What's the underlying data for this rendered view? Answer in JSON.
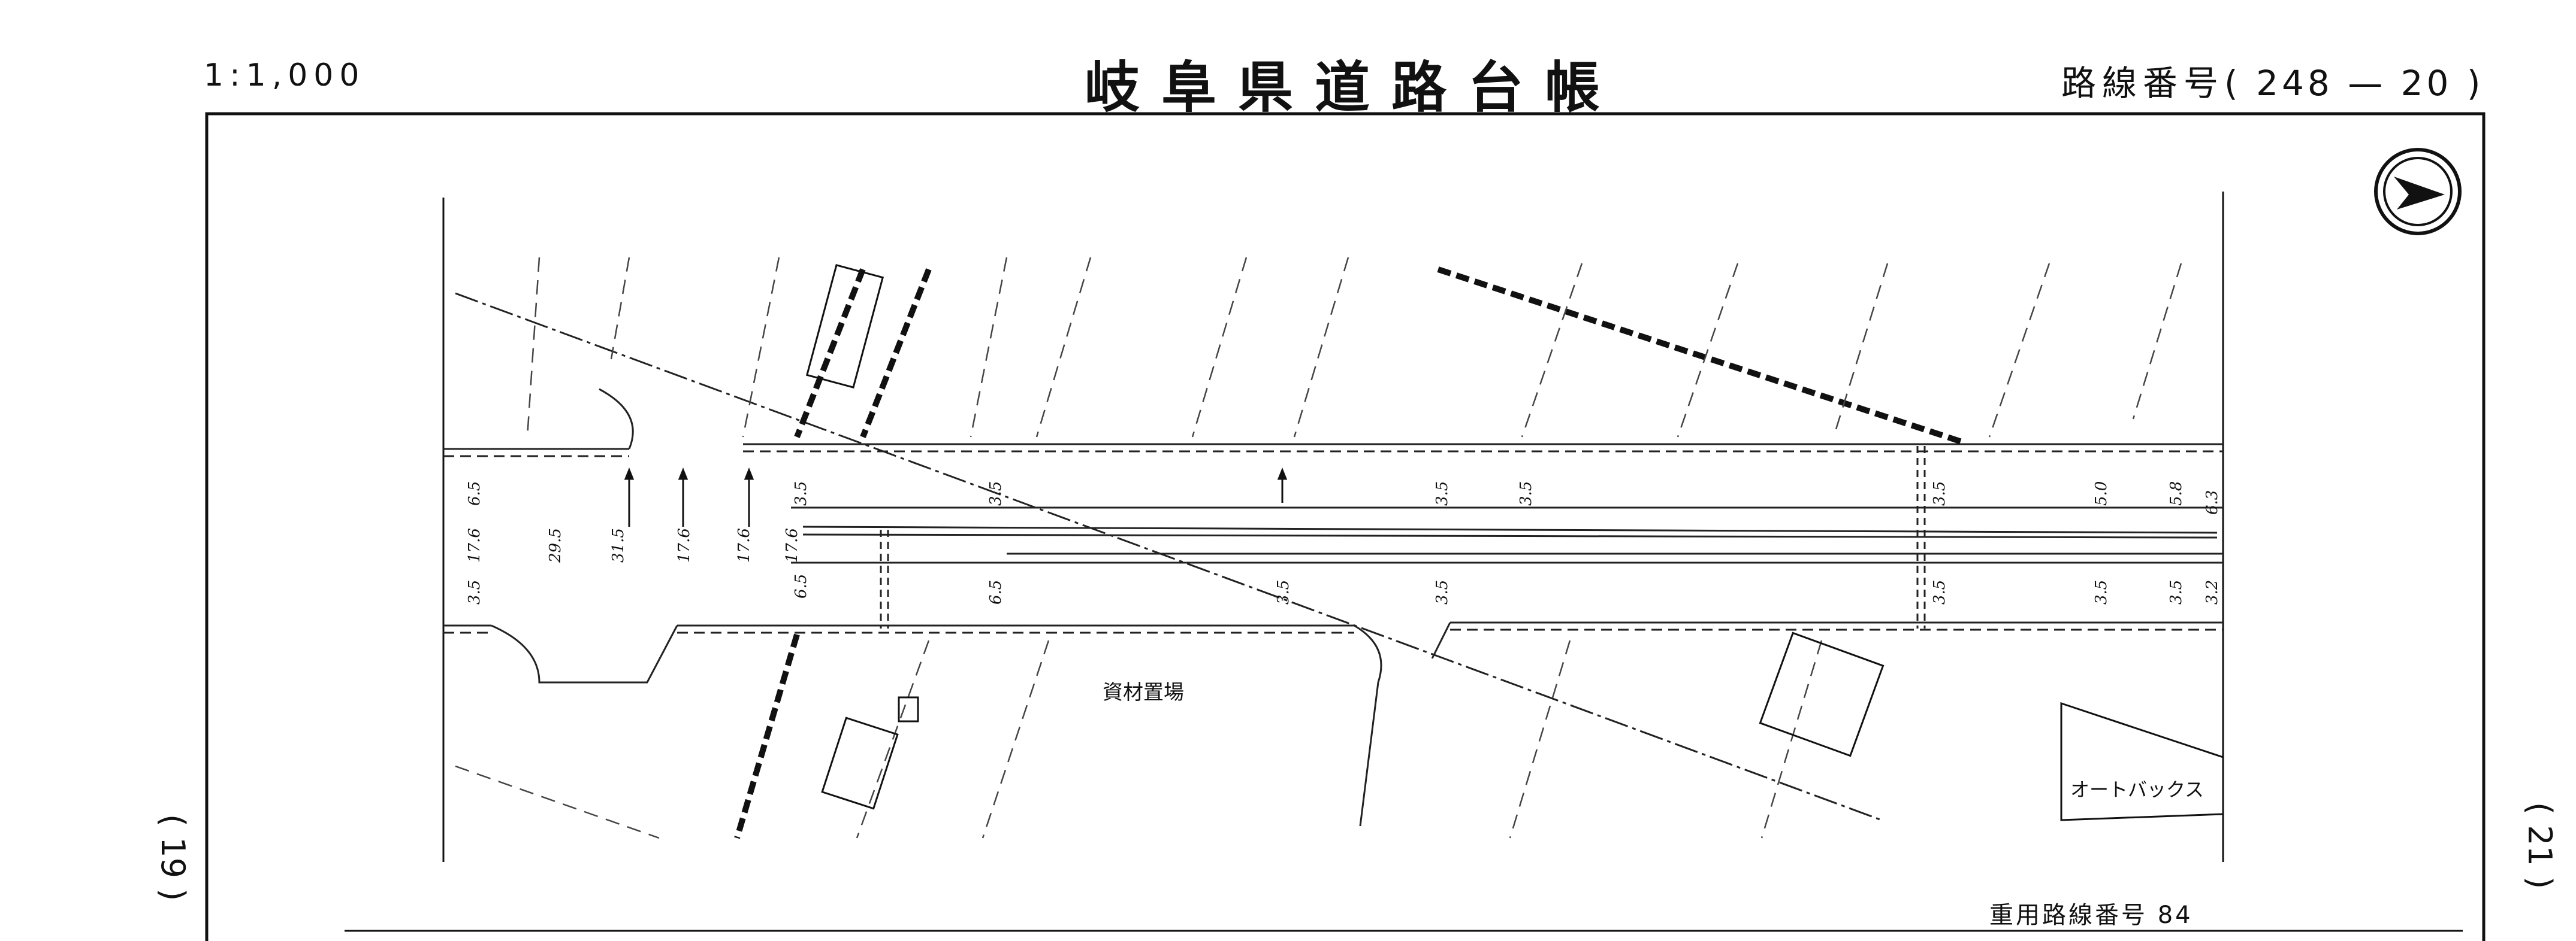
{
  "header": {
    "scale": "1:1,000",
    "title": "岐阜県道路台帳",
    "route_label": "路線番号",
    "route_number": "( 248 — 20 )"
  },
  "sheet_refs": {
    "left": "( 19 )",
    "right": "( 21 )"
  },
  "footer": {
    "emergency_route": "重用路線番号 84"
  },
  "map": {
    "labels": {
      "storage": "資材置場",
      "store": "オートバックス"
    },
    "dimensions": {
      "left_block": [
        "6.5",
        "17.6",
        "3.5",
        "29.5",
        "31.5",
        "17.6",
        "17.6",
        "17.6",
        "6.5",
        "3.5"
      ],
      "center": [
        "3.5",
        "6.5",
        "3.5",
        "3.5",
        "3.5",
        "3.5"
      ],
      "right": [
        "3.5",
        "3.5",
        "5.0",
        "5.8",
        "6.3",
        "3.5",
        "3.5",
        "3.2"
      ]
    },
    "north_arrow": "north-arrow"
  }
}
